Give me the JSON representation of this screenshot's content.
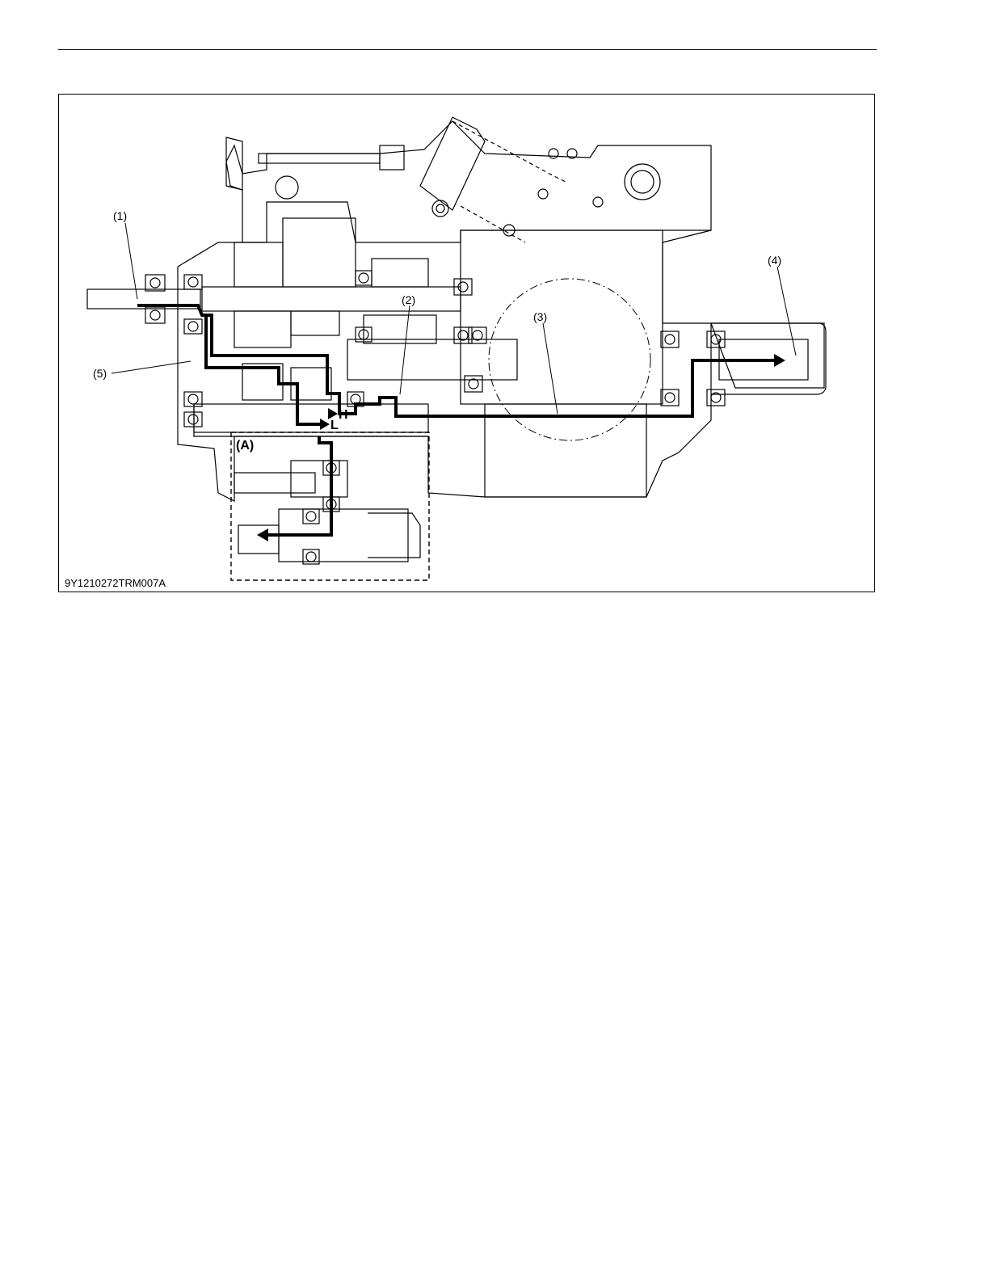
{
  "figure": {
    "callouts": [
      "(1)",
      "(2)",
      "(3)",
      "(4)",
      "(5)"
    ],
    "detail_label": "(A)",
    "range_high": "H",
    "range_low": "L",
    "figure_id": "9Y1210272TRM007A"
  },
  "colors": {
    "line": "#000000",
    "background": "#ffffff",
    "dash_outline": "#000000"
  }
}
